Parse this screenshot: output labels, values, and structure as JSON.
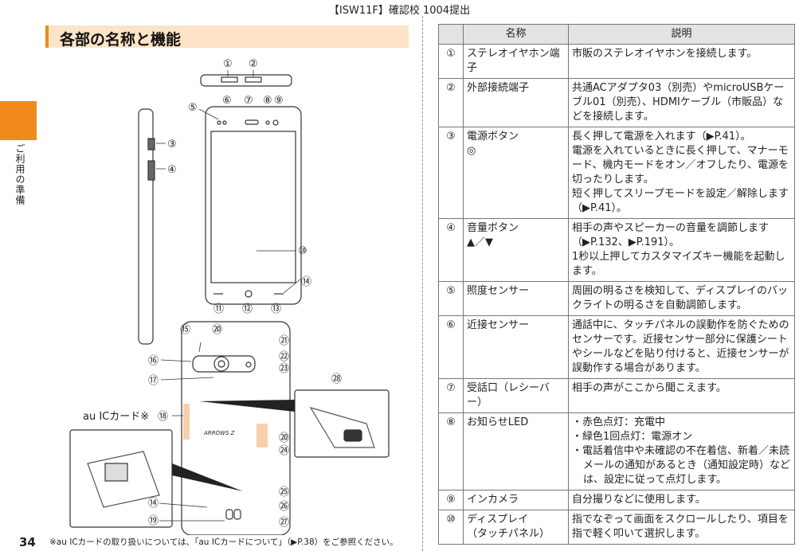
{
  "header": {
    "title": "【ISW11F】確認校 1004提出"
  },
  "side": {
    "chapter": "ご利用の準備"
  },
  "section": {
    "title": "各部の名称と機能"
  },
  "figure": {
    "ic_card_label": "au ICカード※",
    "brand_text": "ARROWS Z",
    "callouts": [
      "①",
      "②",
      "③",
      "④",
      "⑤",
      "⑥",
      "⑦",
      "⑧",
      "⑨",
      "⑩",
      "⑪",
      "⑫",
      "⑬",
      "⑭",
      "⑮",
      "⑯",
      "⑰",
      "⑱",
      "⑲",
      "⑳",
      "㉑",
      "㉒",
      "㉓",
      "㉔",
      "㉕",
      "㉖",
      "㉗",
      "㉘"
    ]
  },
  "footer": {
    "page_number": "34",
    "footnote": "※au ICカードの取り扱いについては、「au ICカードについて」（▶P.38）をご参照ください。"
  },
  "table": {
    "headers": [
      "",
      "名称",
      "説明"
    ],
    "rows": [
      {
        "num": "①",
        "name": [
          "ステレオイヤホン端子"
        ],
        "desc": [
          "市販のステレオイヤホンを接続します。"
        ]
      },
      {
        "num": "②",
        "name": [
          "外部接続端子"
        ],
        "desc": [
          "共通ACアダプタ03（別売）やmicroUSBケーブル01（別売）、HDMIケーブル（市販品）などを接続します。"
        ]
      },
      {
        "num": "③",
        "name": [
          "電源ボタン",
          "◎"
        ],
        "desc": [
          "長く押して電源を入れます（▶P.41）。",
          "電源を入れているときに長く押して、マナーモード、機内モードをオン／オフしたり、電源を切ったりします。",
          "短く押してスリープモードを設定／解除します（▶P.41）。"
        ]
      },
      {
        "num": "④",
        "name": [
          "音量ボタン",
          "▲／▼"
        ],
        "desc": [
          "相手の声やスピーカーの音量を調節します（▶P.132、▶P.191）。",
          "1秒以上押してカスタマイズキー機能を起動します。"
        ]
      },
      {
        "num": "⑤",
        "name": [
          "照度センサー"
        ],
        "desc": [
          "周囲の明るさを検知して、ディスプレイのバックライトの明るさを自動調節します。"
        ]
      },
      {
        "num": "⑥",
        "name": [
          "近接センサー"
        ],
        "desc": [
          "通話中に、タッチパネルの誤動作を防ぐためのセンサーです。近接センサー部分に保護シートやシールなどを貼り付けると、近接センサーが誤動作する場合があります。"
        ]
      },
      {
        "num": "⑦",
        "name": [
          "受話口（レシーバー）"
        ],
        "desc": [
          "相手の声がここから聞こえます。"
        ]
      },
      {
        "num": "⑧",
        "name": [
          "お知らせLED"
        ],
        "bullets": [
          "赤色点灯：充電中",
          "緑色1回点灯：電源オン",
          "電話着信中や未確認の不在着信、新着／未読メールの通知があるとき（通知設定時）などは、設定に従って点灯します。"
        ]
      },
      {
        "num": "⑨",
        "name": [
          "インカメラ"
        ],
        "desc": [
          "自分撮りなどに使用します。"
        ]
      },
      {
        "num": "⑩",
        "name": [
          "ディスプレイ",
          "（タッチパネル）"
        ],
        "desc": [
          "指でなぞって画面をスクロールしたり、項目を指で軽く叩いて選択します。"
        ]
      }
    ]
  }
}
